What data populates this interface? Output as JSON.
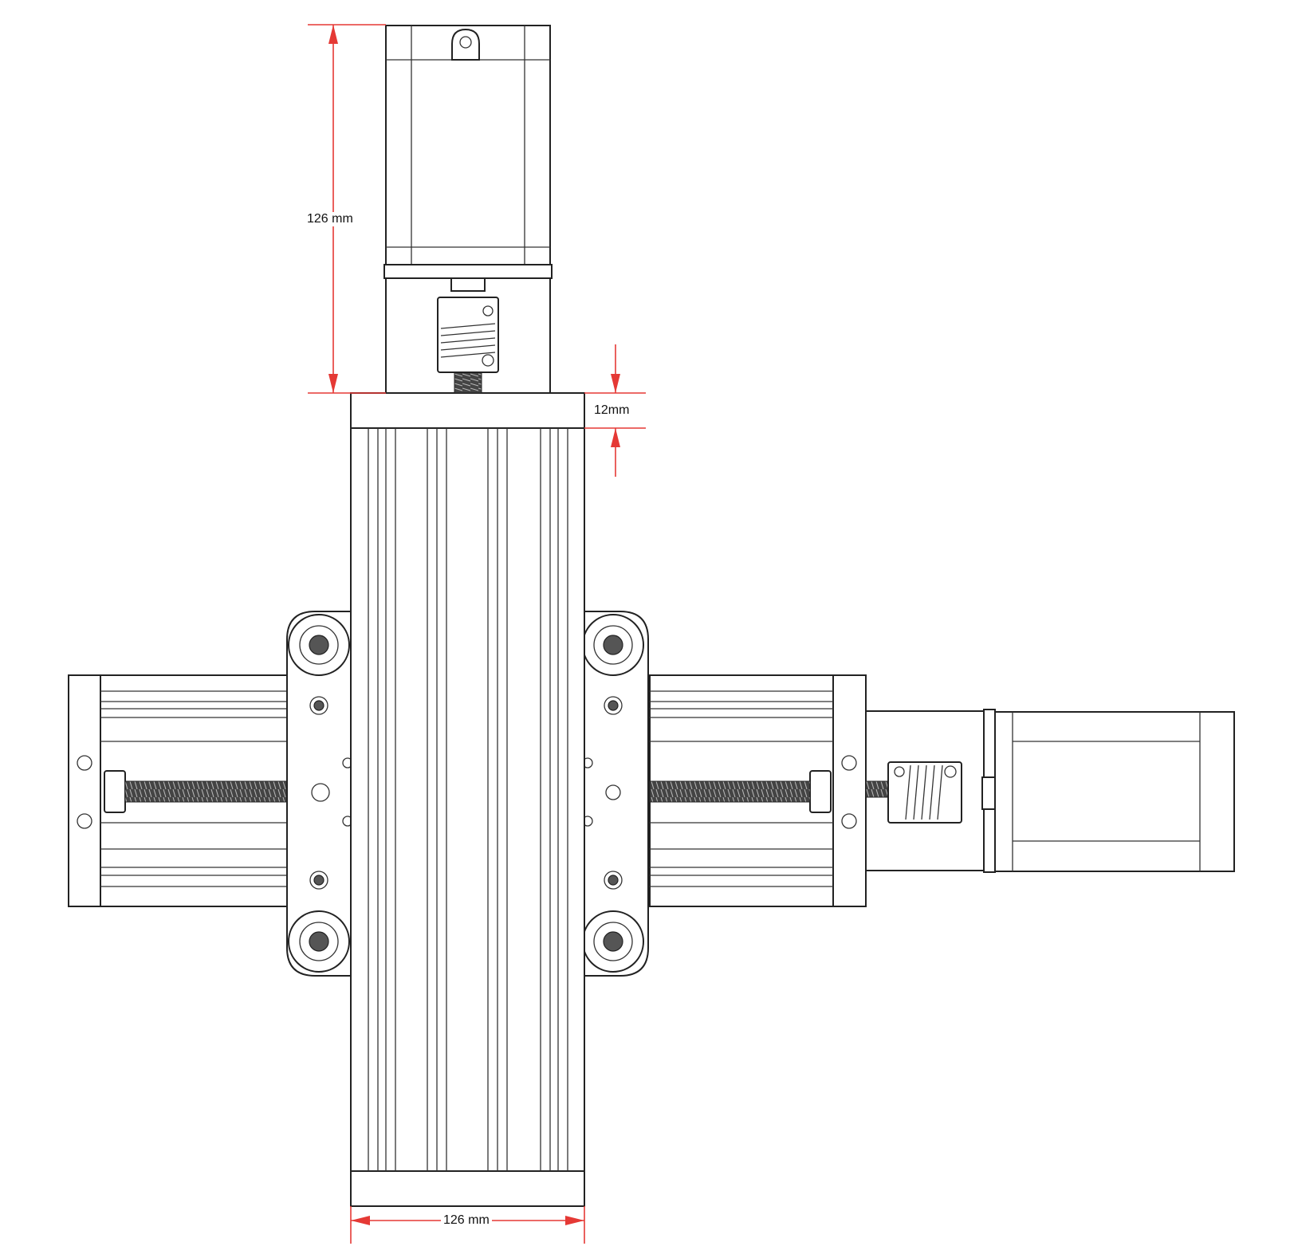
{
  "dimensions": {
    "motor_length": "126 mm",
    "end_plate_thickness": "12mm",
    "rail_width": "126 mm"
  },
  "colors": {
    "dimension_line": "#e53935",
    "outline": "#222222",
    "background": "#ffffff"
  }
}
